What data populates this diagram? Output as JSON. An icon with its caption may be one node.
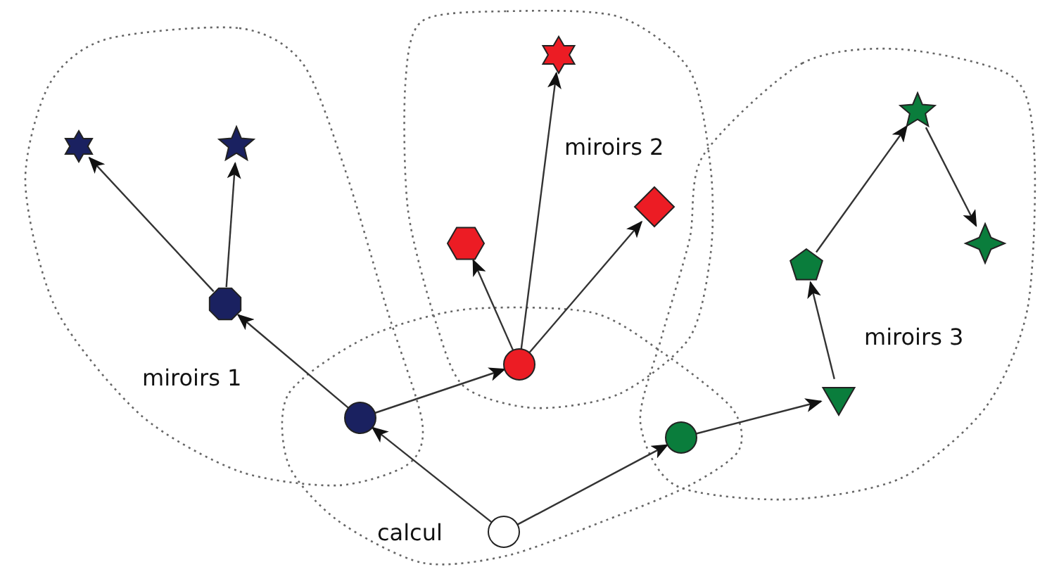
{
  "diagram": {
    "nodes": [
      {
        "text": [],
        "shape": "star"
      },
      {
        "text": [],
        "shape": "star"
      },
      {
        "text": [],
        "shape": "octagon"
      },
      {
        "text": [],
        "shape": "circle"
      },
      {
        "text": [],
        "shape": "star"
      },
      {
        "text": [],
        "shape": "hexagon"
      },
      {
        "text": [],
        "shape": "diamond"
      },
      {
        "text": [],
        "shape": "circle"
      },
      {
        "text": [],
        "shape": "star"
      },
      {
        "text": [],
        "shape": "pentagon"
      },
      {
        "text": [],
        "shape": "star"
      },
      {
        "text": [],
        "shape": "triangle"
      },
      {
        "text": [],
        "shape": "circle"
      },
      {
        "text": [],
        "shape": "circle"
      }
    ],
    "edges": [
      {
        "from": 13,
        "to": 3,
        "arrow": "to"
      },
      {
        "from": 3,
        "to": 2,
        "arrow": "to"
      },
      {
        "from": 2,
        "to": 0,
        "arrow": "to"
      },
      {
        "from": 2,
        "to": 1,
        "arrow": "to"
      },
      {
        "from": 3,
        "to": 7,
        "arrow": "to"
      },
      {
        "from": 7,
        "to": 5,
        "arrow": "to"
      },
      {
        "from": 7,
        "to": 4,
        "arrow": "to"
      },
      {
        "from": 7,
        "to": 6,
        "arrow": "to"
      },
      {
        "from": 13,
        "to": 12,
        "arrow": "to"
      },
      {
        "from": 12,
        "to": 11,
        "arrow": "to"
      },
      {
        "from": 11,
        "to": 9,
        "arrow": "to"
      },
      {
        "from": 9,
        "to": 8,
        "arrow": "to"
      },
      {
        "from": 8,
        "to": 10,
        "arrow": "to"
      }
    ],
    "labels": [
      "miroirs 2",
      "miroirs 3",
      "miroirs 1",
      "calcul"
    ]
  }
}
